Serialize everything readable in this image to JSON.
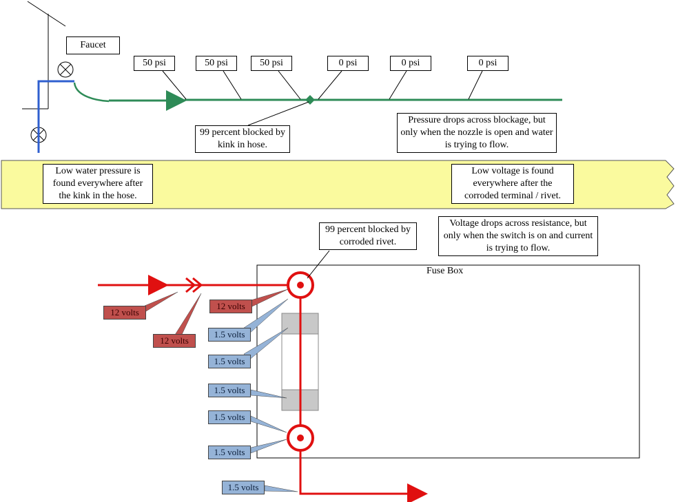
{
  "water": {
    "faucet_label": "Faucet",
    "pressure_labels": [
      "50 psi",
      "50 psi",
      "50 psi",
      "0 psi",
      "0 psi",
      "0 psi"
    ],
    "kink_note": "99 percent blocked by kink in hose.",
    "drop_note": "Pressure drops across blockage, but only when the nozzle is open and water is trying to flow."
  },
  "band": {
    "left_note": "Low water pressure is found everywhere after the kink in the hose.",
    "right_note": "Low voltage is found everywhere after the corroded terminal / rivet."
  },
  "electric": {
    "rivet_note": "99 percent blocked by corroded rivet.",
    "drop_note": "Voltage drops across resistance, but only when the switch is on and current is trying to flow.",
    "fuse_box_label": "Fuse Box",
    "volt_labels_12": [
      "12 volts",
      "12 volts",
      "12 volts"
    ],
    "volt_labels_15": [
      "1.5 volts",
      "1.5 volts",
      "1.5 volts",
      "1.5 volts",
      "1.5 volts",
      "1.5 volts"
    ]
  },
  "colors": {
    "hose_green": "#2e8b57",
    "pipe_blue": "#2f5fcf",
    "wire_red": "#e01010",
    "band_yellow": "#fafa9e",
    "label_red": "#c0504d",
    "label_blue": "#95b3d7",
    "fuse_gray": "#c8c8c8"
  }
}
